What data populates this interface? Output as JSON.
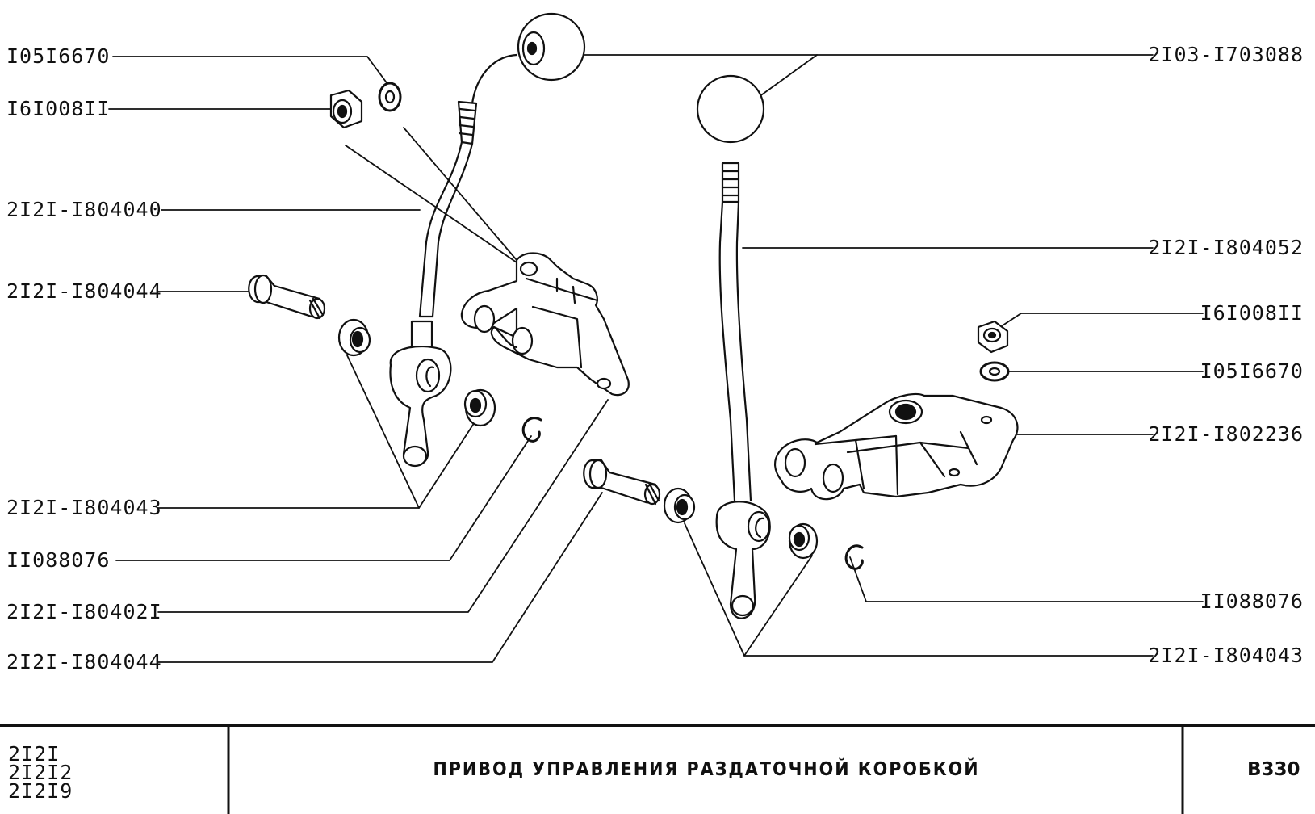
{
  "labels_left": [
    "I05I6670",
    "I6I008II",
    "2I2I-I804040",
    "2I2I-I804044",
    "2I2I-I804043",
    "II088076",
    "2I2I-I80402I",
    "2I2I-I804044"
  ],
  "labels_right": [
    "2I03-I703088",
    "2I2I-I804052",
    "I6I008II",
    "I05I6670",
    "2I2I-I802236",
    "II088076",
    "2I2I-I804043"
  ],
  "title_block": {
    "models": [
      "2I2I",
      "2I2I2",
      "2I2I9"
    ],
    "title": "ПРИВОД УПРАВЛЕНИЯ РАЗДАТОЧНОЙ КОРОБКОЙ",
    "code": "B330"
  }
}
